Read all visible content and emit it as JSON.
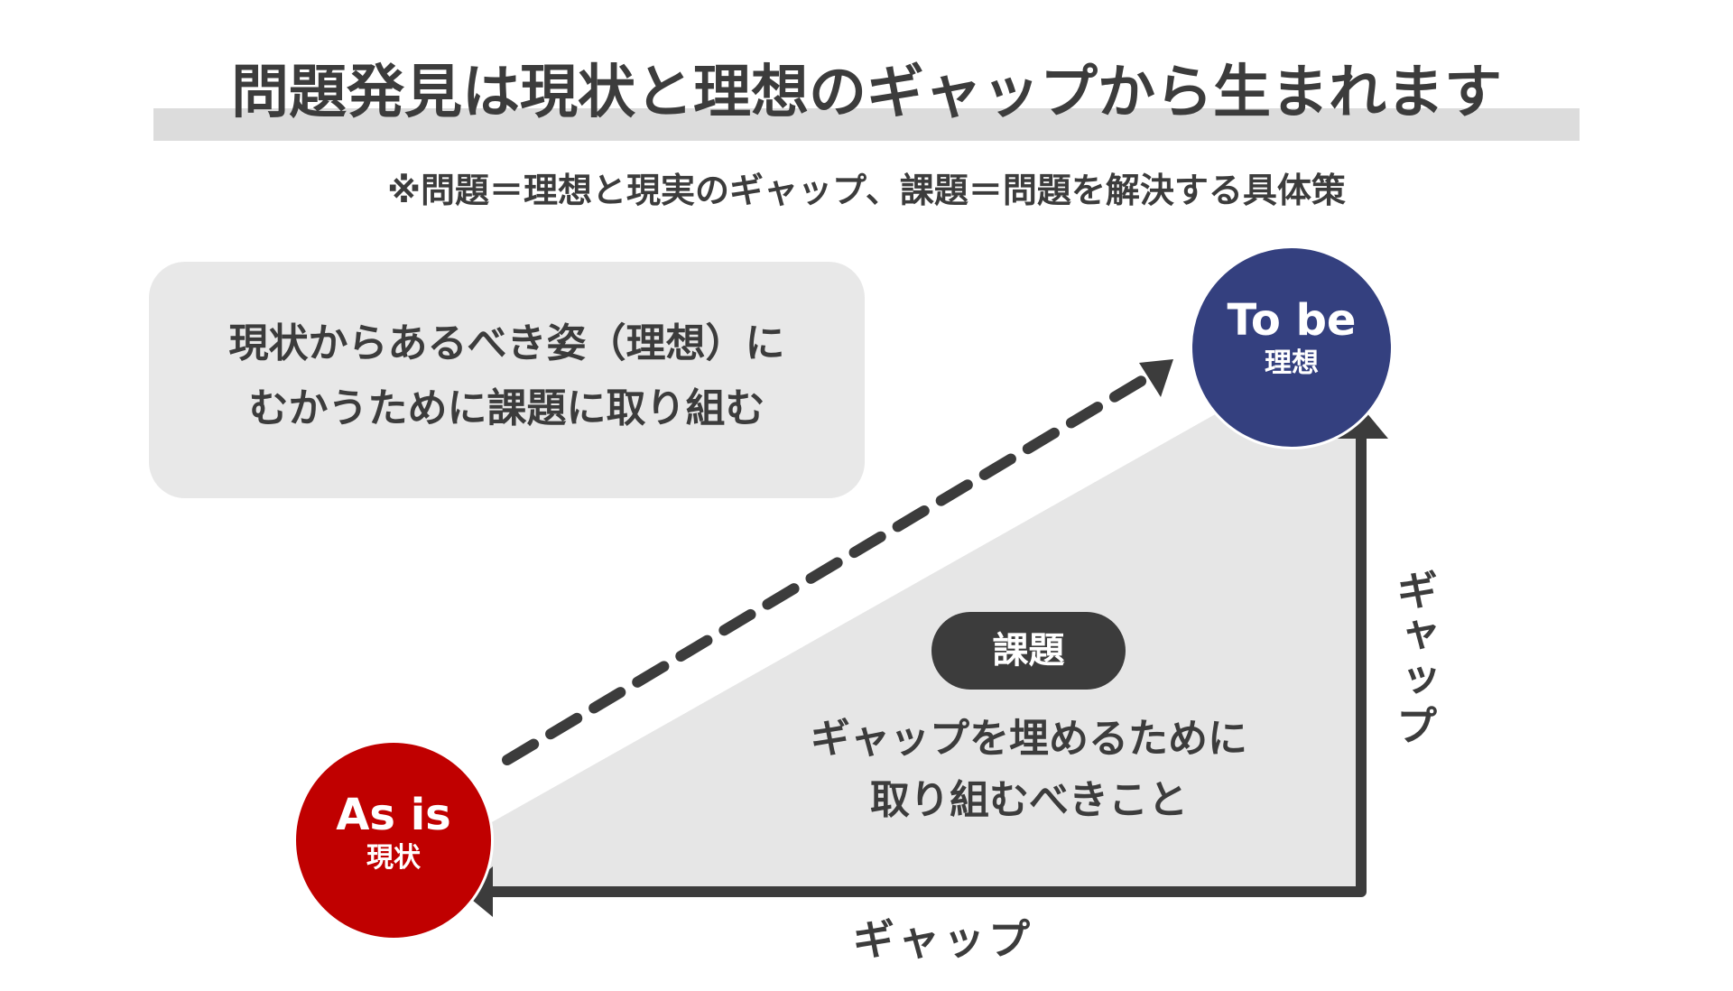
{
  "title": "問題発見は現状と理想のギャップから生まれます",
  "subtitle": "※問題＝理想と現実のギャップ、課題＝問題を解決する具体策",
  "note": {
    "line1": "現状からあるべき姿（理想）に",
    "line2": "むかうために課題に取り組む"
  },
  "as_is": {
    "label_en": "As is",
    "label_jp": "現状",
    "color": "#c00000"
  },
  "to_be": {
    "label_en": "To be",
    "label_jp": "理想",
    "color": "#34407f"
  },
  "kadai": {
    "badge": "課題",
    "desc_line1": "ギャップを埋めるために",
    "desc_line2": "取り組むべきこと"
  },
  "gap_horizontal": "ギャップ",
  "gap_vertical": "ギャップ",
  "colors": {
    "text": "#3c3c3c",
    "triangle": "#e6e6e6",
    "arrow": "#3c3c3c"
  }
}
